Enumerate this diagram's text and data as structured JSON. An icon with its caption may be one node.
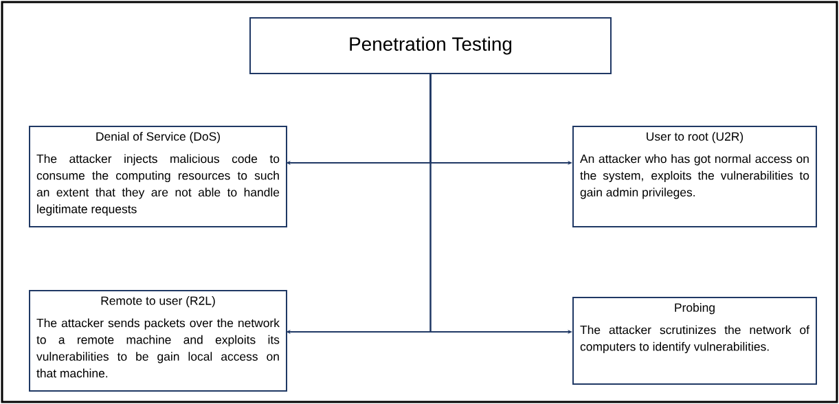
{
  "diagram": {
    "nodes": [
      {
        "text": [
          "Penetration Testing"
        ]
      },
      {
        "text": [
          "Denial of Service (DoS)",
          "The attacker injects malicious code to consume the computing resources to such an extent that they are not able to handle legitimate requests"
        ]
      },
      {
        "text": [
          "User to root (U2R)",
          "An attacker who has got normal access on the system, exploits the vulnerabilities to gain admin privileges."
        ]
      },
      {
        "text": [
          "Remote to user (R2L)",
          "The attacker sends packets over the network to a remote machine and exploits its vulnerabilities to be gain local access on that machine."
        ]
      },
      {
        "text": [
          "Probing",
          "The attacker scrutinizes the network of computers to identify vulnerabilities."
        ]
      }
    ],
    "edges": [
      {
        "from": 0,
        "to": 1,
        "arrow": "to"
      },
      {
        "from": 0,
        "to": 2,
        "arrow": "to"
      },
      {
        "from": 0,
        "to": 3,
        "arrow": "to"
      },
      {
        "from": 0,
        "to": 4,
        "arrow": "to"
      }
    ]
  }
}
